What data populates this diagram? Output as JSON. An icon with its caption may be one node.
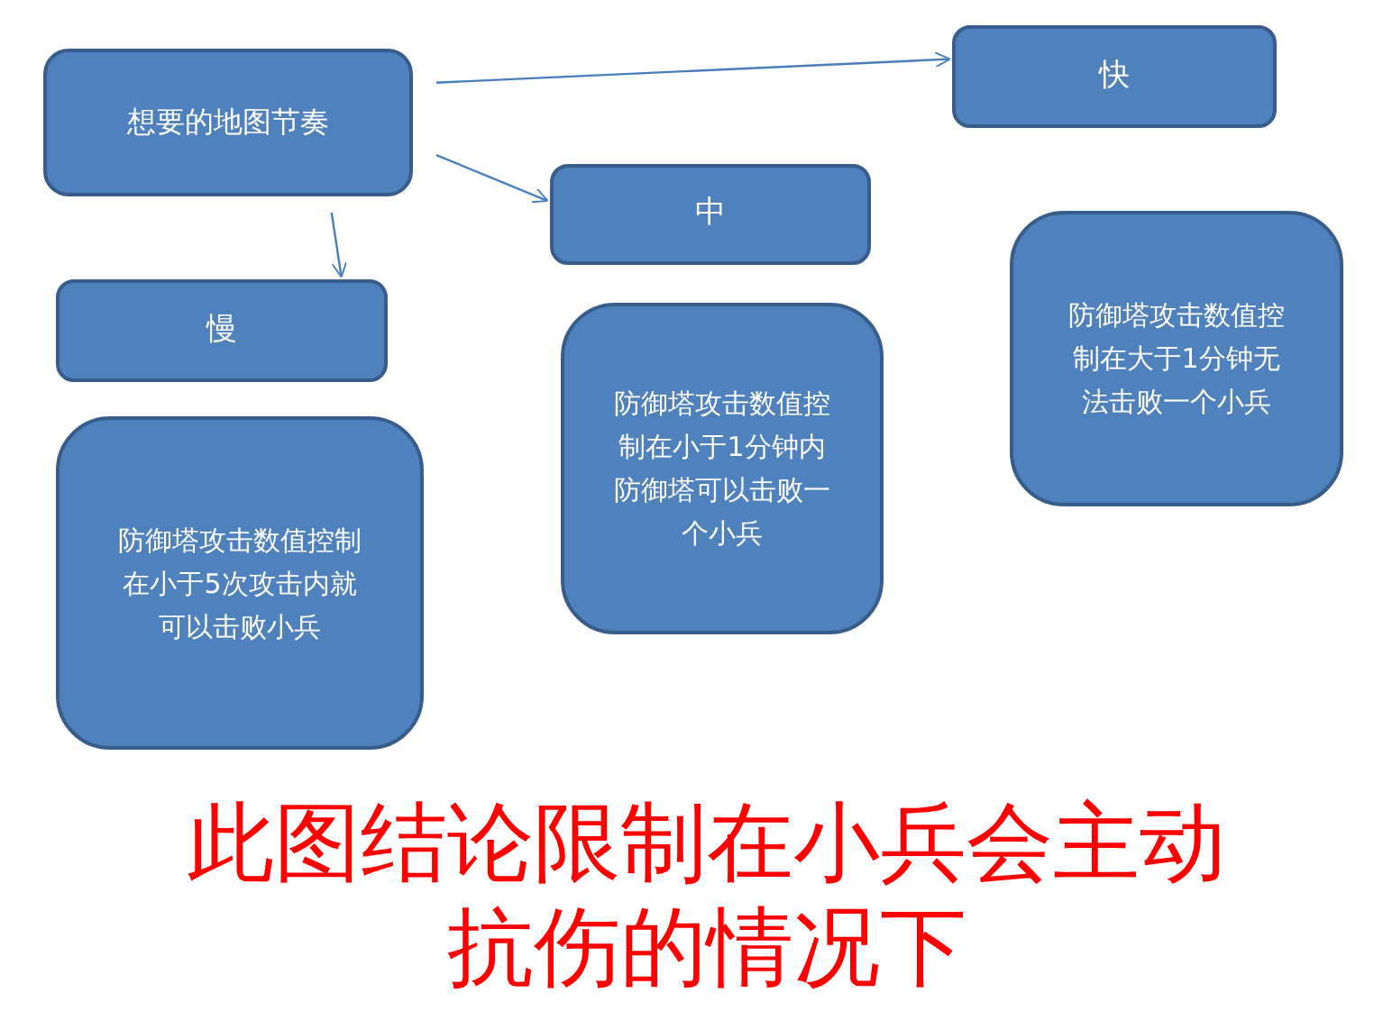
{
  "diagram": {
    "nodes": [
      {
        "text": [
          "想要的地图节奏"
        ]
      },
      {
        "text": [
          "快"
        ]
      },
      {
        "text": [
          "中"
        ]
      },
      {
        "text": [
          "慢"
        ]
      },
      {
        "text": [
          "防御塔攻击数值控制在小于5次攻击内就可以击败小兵"
        ]
      },
      {
        "text": [
          "防御塔攻击数值控制在小于1分钟内防御塔可以击败一个小兵"
        ]
      },
      {
        "text": [
          "防御塔攻击数值控制在大于1分钟无法击败一个小兵"
        ]
      }
    ],
    "edges": [
      {
        "from": 0,
        "to": 1,
        "arrow": "to"
      },
      {
        "from": 0,
        "to": 2,
        "arrow": "to"
      },
      {
        "from": 0,
        "to": 3,
        "arrow": "to"
      }
    ],
    "labels": [
      "此图结论限制在小兵会主动抗伤的情况下"
    ]
  }
}
